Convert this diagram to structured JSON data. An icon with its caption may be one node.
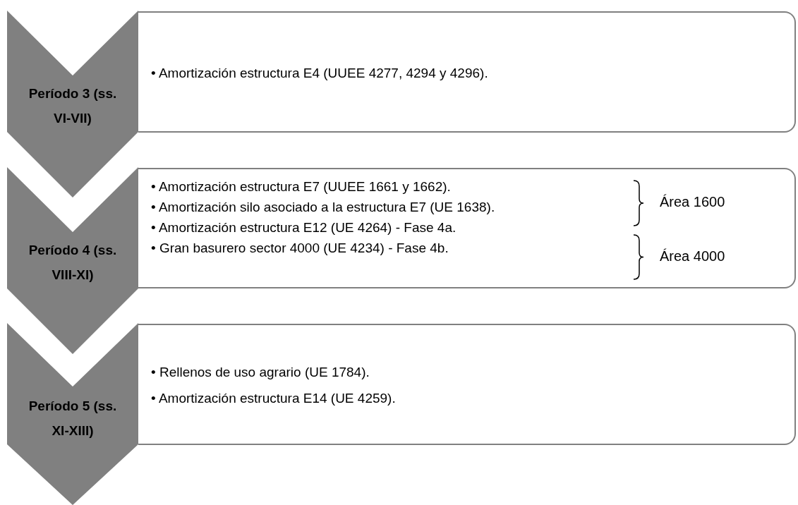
{
  "diagram": {
    "nodes": [
      {
        "text": [
          "Período 3 (ss. VI-VII)"
        ]
      },
      {
        "text": [
          "• Amortización estructura E4 (UUEE 4277, 4294 y 4296)."
        ]
      },
      {
        "text": [
          "Período 4 (ss. VIII-XI)"
        ]
      },
      {
        "text": [
          "• Amortización estructura E7 (UUEE 1661 y 1662).",
          "• Amortización silo asociado a la estructura E7 (UE 1638).",
          "• Amortización estructura E12 (UE 4264) - Fase 4a.",
          "• Gran basurero sector 4000 (UE 4234) - Fase 4b."
        ]
      },
      {
        "text": [
          "Período 5 (ss. XI-XIII)"
        ]
      },
      {
        "text": [
          "• Rellenos de uso agrario (UE 1784).",
          "• Amortización estructura E14 (UE 4259)."
        ]
      }
    ],
    "labels": [
      "Área 1600",
      "Área 4000"
    ]
  }
}
